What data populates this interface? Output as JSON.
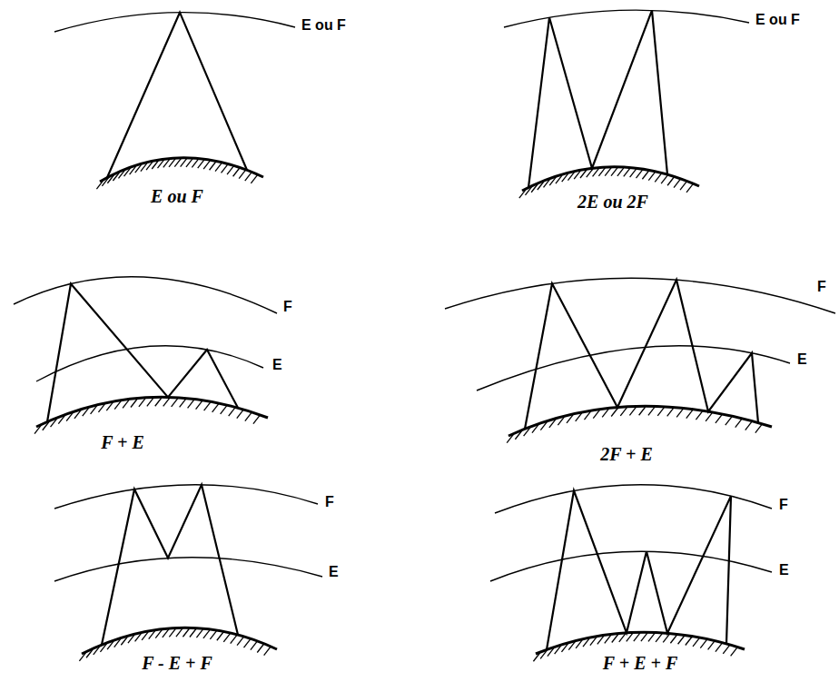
{
  "diagram": {
    "labels": [
      "E ou F",
      "E ou F",
      "E ou F",
      "2E ou 2F",
      "F",
      "E",
      "F + E",
      "F",
      "E",
      "2F + E",
      "F",
      "E",
      "F - E + F",
      "F",
      "E",
      "F + E + F"
    ]
  }
}
